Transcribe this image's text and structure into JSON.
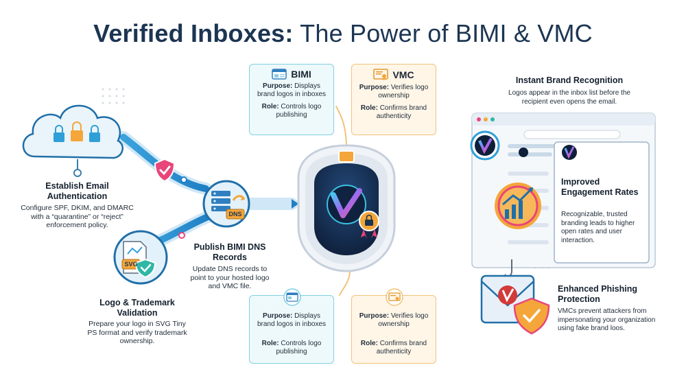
{
  "title": {
    "bold": "Verified Inboxes:",
    "rest": "The Power of BIMI & VMC"
  },
  "steps": {
    "auth": {
      "title": "Establish Email Authentication",
      "desc": "Configure SPF, DKIM, and DMARC with a “quarantine” or “reject” enforcement policy."
    },
    "dns": {
      "title": "Publish BIMI DNS Records",
      "desc": "Update DNS records to point to your hosted logo and VMC file.",
      "icon_label": "DNS"
    },
    "logo": {
      "title": "Logo & Trademark Validation",
      "desc": "Prepare your logo in SVG Tiny PS format and verify trademark ownership.",
      "icon_label": "SVG"
    }
  },
  "cards": {
    "bimi_top": {
      "header": "BIMI",
      "purpose_label": "Purpose:",
      "purpose": "Displays brand logos in inboxes",
      "role_label": "Role:",
      "role": "Controls logo publishing"
    },
    "vmc_top": {
      "header": "VMC",
      "purpose_label": "Purpose:",
      "purpose": "Verifies logo ownership",
      "role_label": "Role:",
      "role": "Confirms brand authenticity"
    },
    "bimi_bottom": {
      "purpose_label": "Purpose:",
      "purpose": "Displays brand logos in inboxes",
      "role_label": "Role:",
      "role": "Controls logo publishing"
    },
    "vmc_bottom": {
      "purpose_label": "Purpose:",
      "purpose": "Verifies logo ownership",
      "role_label": "Role:",
      "role": "Confirms brand authenticity"
    }
  },
  "benefits": {
    "recognition": {
      "title": "Instant Brand Recognition",
      "desc": "Logos appear in the inbox list before the recipient even opens the email."
    },
    "engagement": {
      "title": "Improved Engagement Rates",
      "desc": "Recognizable, trusted branding leads to higher open rates and user interaction."
    },
    "phishing": {
      "title": "Enhanced Phishing Protection",
      "desc": "VMCs prevent attackers from impersonating your organization using fake brand loos."
    }
  },
  "colors": {
    "title": "#1c3552",
    "path": "#2f9fd8",
    "bimi_border": "#7fd1e0",
    "vmc_border": "#f2c27a",
    "shield_pink": "#e8457a",
    "accent_orange": "#f4a63a"
  }
}
